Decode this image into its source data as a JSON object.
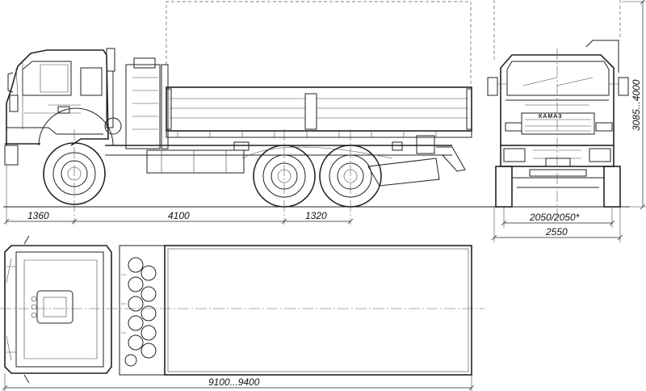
{
  "dimensions": {
    "front_overhang": "1360",
    "wheelbase": "4100",
    "rear_axle_spacing": "1320",
    "track_width": "2050/2050*",
    "overall_width": "2550",
    "overall_height": "3085...4000",
    "overall_length": "9100...9400"
  },
  "grille_brand": "КАМАЗ"
}
